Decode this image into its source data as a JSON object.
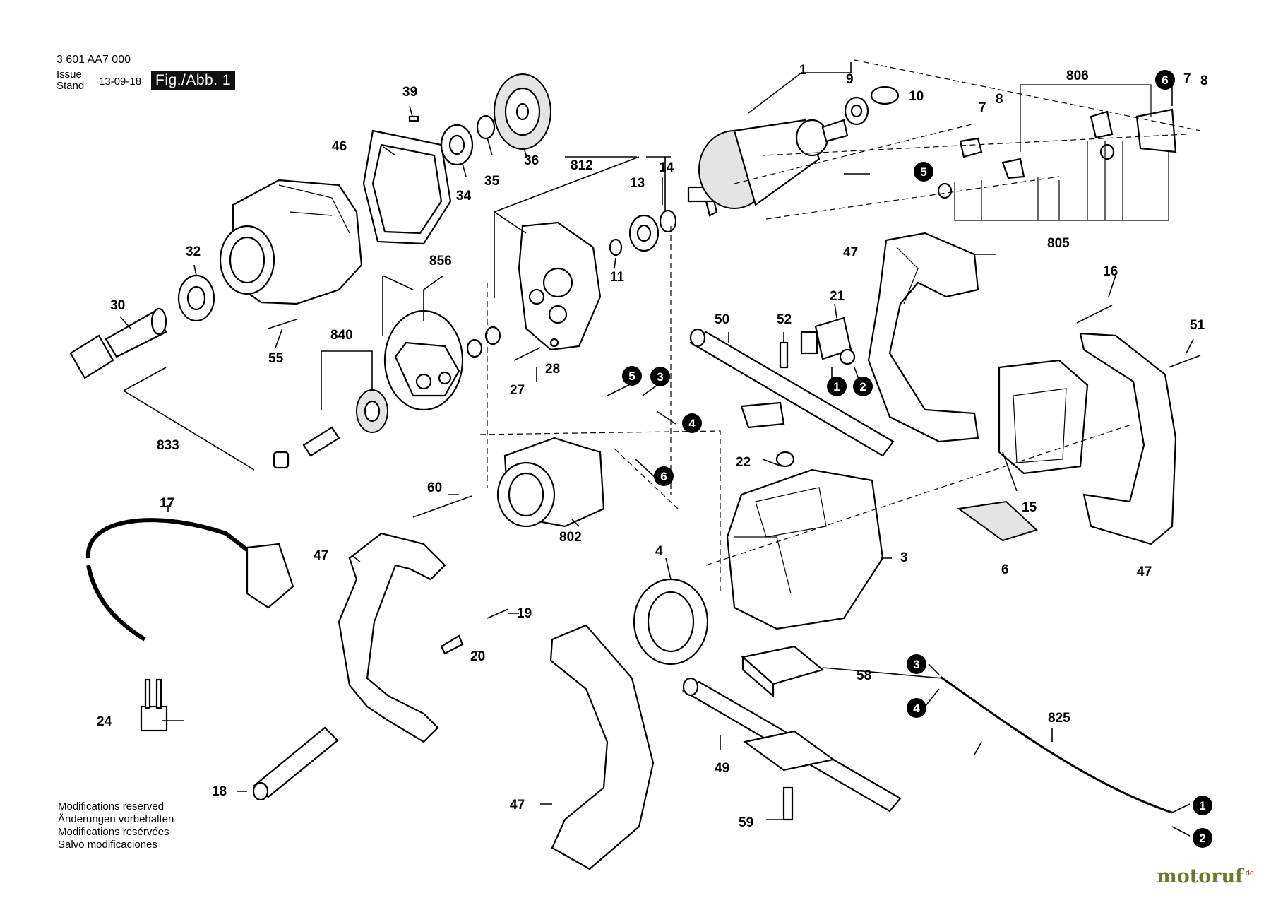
{
  "header": {
    "part_number": "3 601 AA7 000",
    "issue_label_1": "Issue",
    "issue_label_2": "Stand",
    "date": "13-09-18",
    "figure": "Fig./Abb. 1"
  },
  "callouts": [
    "1",
    "9",
    "10",
    "806",
    "6",
    "7",
    "8",
    "39",
    "46",
    "36",
    "35",
    "34",
    "812",
    "13",
    "14",
    "5",
    "32",
    "856",
    "11",
    "805",
    "47",
    "30",
    "55",
    "840",
    "27",
    "28",
    "16",
    "21",
    "50",
    "52",
    "51",
    "833",
    "3",
    "4",
    "15",
    "22",
    "60",
    "802",
    "17",
    "19",
    "20",
    "58",
    "24",
    "825",
    "49",
    "18",
    "59",
    "2"
  ],
  "connector_markers": [
    "1",
    "2",
    "3",
    "4",
    "5",
    "6"
  ],
  "notes": [
    "Modifications reserved",
    "Änderungen vorbehalten",
    "Modifications resérvées",
    "Salvo modificaciones"
  ],
  "brand": {
    "name": "motoruf",
    "suffix": ".de"
  }
}
